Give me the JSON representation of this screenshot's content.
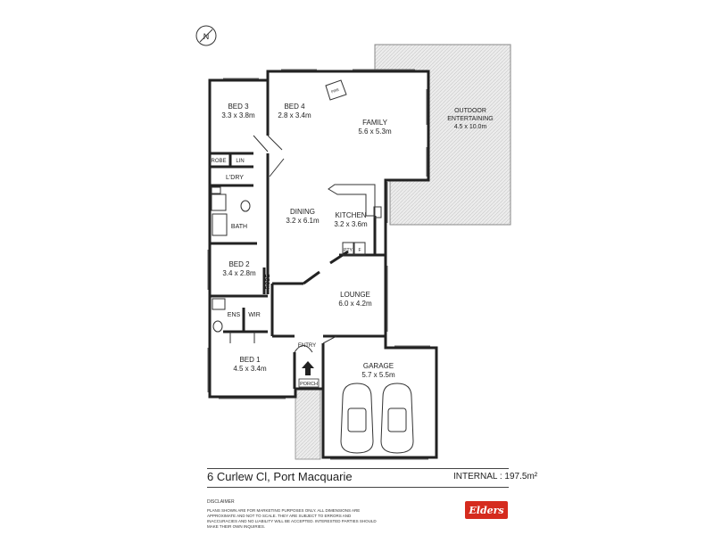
{
  "compass": {
    "letter": "N",
    "icon": "north-arrow-icon"
  },
  "rooms": {
    "bed3": {
      "name": "BED 3",
      "size": "3.3 x 3.8m"
    },
    "bed4": {
      "name": "BED 4",
      "size": "2.8 x 3.4m"
    },
    "family": {
      "name": "FAMILY",
      "size": "5.6 x 5.3m"
    },
    "outdoor": {
      "name1": "OUTDOOR",
      "name2": "ENTERTAINING",
      "size": "4.5 x 10.0m"
    },
    "dining": {
      "name": "DINING",
      "size": "3.2 x 6.1m"
    },
    "kitchen": {
      "name": "KITCHEN",
      "size": "3.2 x 3.6m"
    },
    "bed2": {
      "name": "BED 2",
      "size": "3.4 x 2.8m"
    },
    "lounge": {
      "name": "LOUNGE",
      "size": "6.0 x 4.2m"
    },
    "bed1": {
      "name": "BED 1",
      "size": "4.5 x 3.4m"
    },
    "garage": {
      "name": "GARAGE",
      "size": "5.7 x 5.5m"
    }
  },
  "small_labels": {
    "robe1": "ROBE",
    "lin": "LIN",
    "ldry": "L'DRY",
    "bath": "BATH",
    "robe2": "ROBE",
    "ens": "ENS",
    "wir": "WIR",
    "entry": "ENTRY",
    "porch": "PORCH",
    "pty": "PTY",
    "fridge": "F",
    "fire": "FIRE"
  },
  "footer": {
    "address": "6 Curlew Cl, Port Macquarie",
    "internal": "INTERNAL : 197.5m²",
    "disclaimer_title": "DISCLAIMER",
    "disclaimer_text": "PLANS SHOWN ARE FOR MARKETING PURPOSES ONLY. ALL DIMENSIONS ARE APPROXIMATE AND NOT TO SCALE. THEY ARE SUBJECT TO ERRORS AND INACCURACIES AND NO LIABILITY WILL BE ACCEPTED. INTERESTED PARTIES SHOULD MAKE THEIR OWN INQUIRIES.",
    "logo": "Elders"
  },
  "colors": {
    "wall": "#222222",
    "deck": "#e5e5e5",
    "logo_red": "#d52b1e"
  }
}
